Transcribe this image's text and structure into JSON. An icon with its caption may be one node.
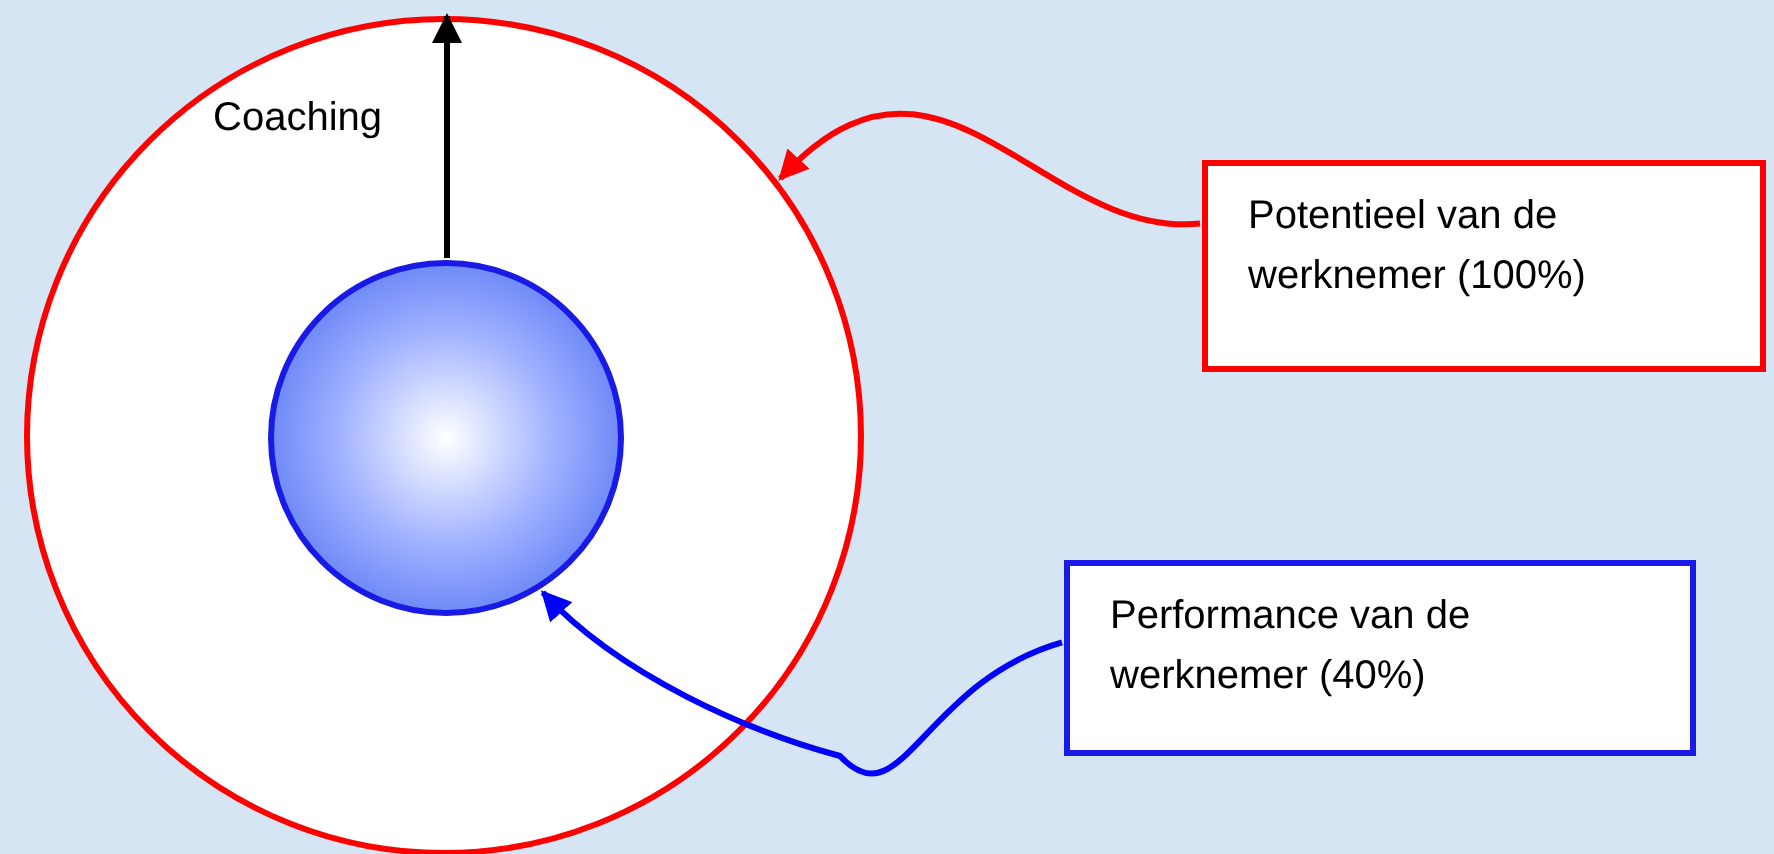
{
  "diagram": {
    "nodes": [
      {
        "text": [],
        "shape": "circle"
      },
      {
        "text": [],
        "shape": "circle",
        "in": 0
      },
      {
        "text": [
          "Potentieel van de werknemer (100%)"
        ]
      },
      {
        "text": [
          "Performance van de werknemer (40%)"
        ]
      }
    ],
    "edges": [
      {
        "from": 1,
        "to": 0,
        "arrow": "to",
        "label": "Coaching",
        "color": "#000000"
      },
      {
        "from": 2,
        "to": 0,
        "arrow": "to",
        "color": "#ff0000"
      },
      {
        "from": 3,
        "to": 1,
        "arrow": "to",
        "color": "#0000ff"
      }
    ]
  }
}
